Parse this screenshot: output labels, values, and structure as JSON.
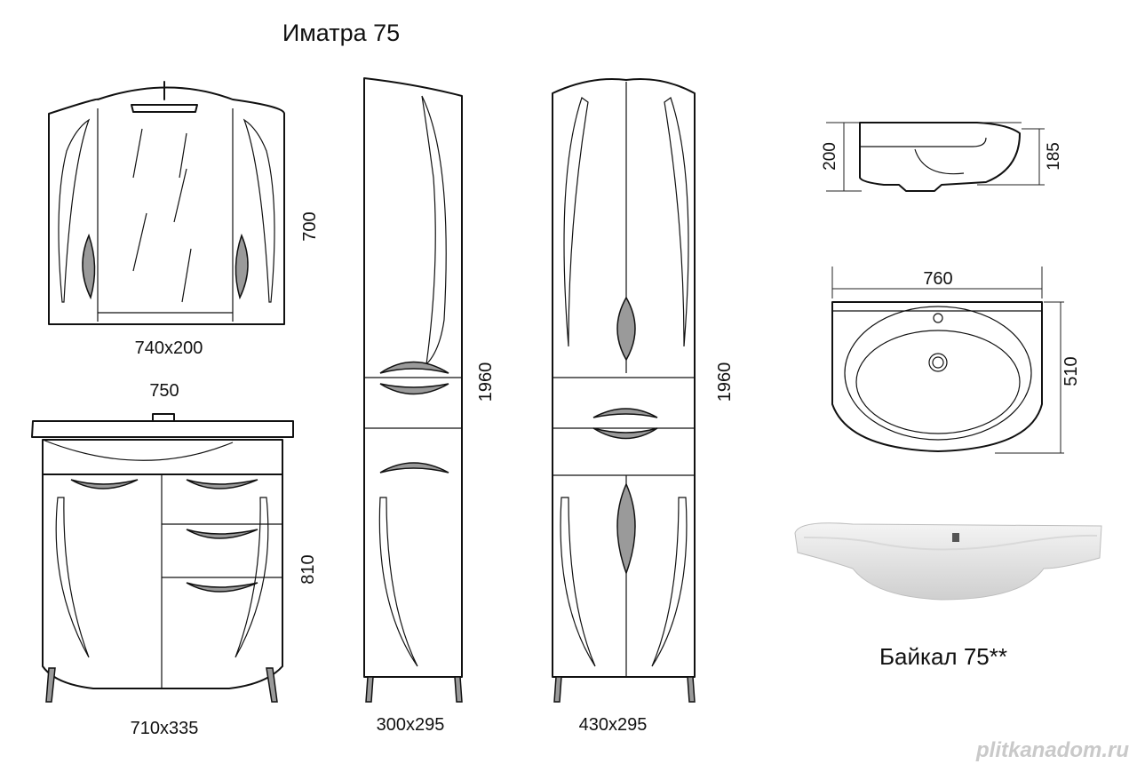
{
  "title": "Иматра 75",
  "mirror": {
    "size": "740x200",
    "height": "700"
  },
  "base_cabinet": {
    "width": "750",
    "size": "710x335",
    "height": "810"
  },
  "narrow_column": {
    "size": "300x295",
    "height": "1960"
  },
  "wide_column": {
    "size": "430x295",
    "height": "1960"
  },
  "basin": {
    "side_height_left": "200",
    "side_height_right": "185",
    "width": "760",
    "depth": "510",
    "name": "Байкал 75**"
  },
  "watermark": "plitkanadom.ru"
}
